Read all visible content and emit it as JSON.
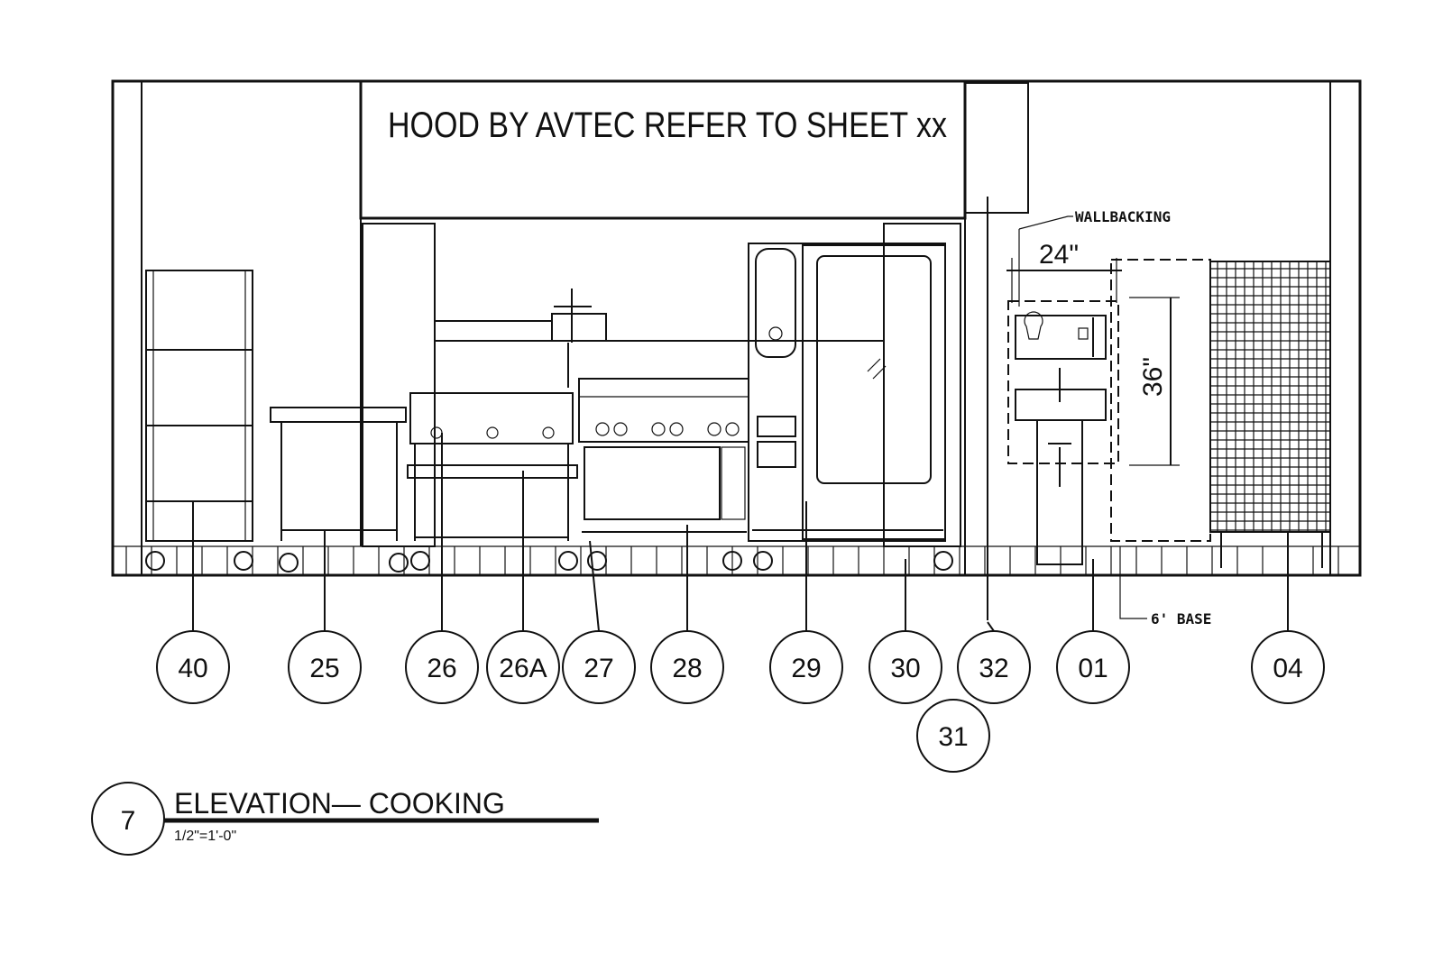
{
  "hood_note": "HOOD BY AVTEC REFER TO SHEET xx",
  "annotations": {
    "wallbacking": "WALLBACKING",
    "dim_width": "24\"",
    "dim_height": "36\"",
    "base": "6' BASE"
  },
  "title_block": {
    "number": "7",
    "title": "ELEVATION—  COOKING",
    "scale": "1/2\"=1'-0\""
  },
  "tags": [
    "40",
    "25",
    "26",
    "26A",
    "27",
    "28",
    "29",
    "30",
    "32",
    "01",
    "04",
    "31"
  ]
}
